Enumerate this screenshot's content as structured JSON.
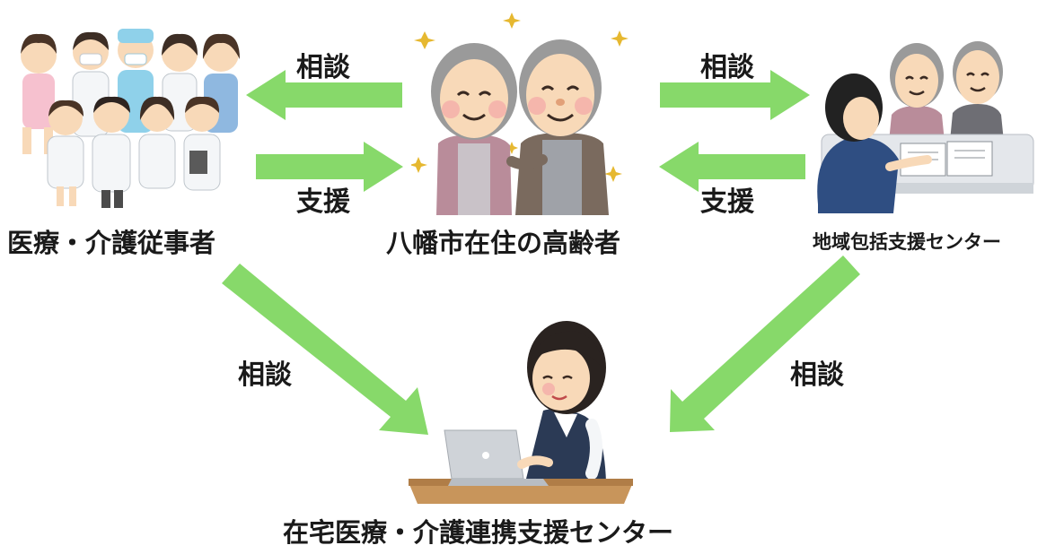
{
  "colors": {
    "arrow": "#87d96a",
    "text": "#1a1a1a",
    "skin": "#f8d9b8",
    "cheek": "#f4a7a7",
    "gray_hair": "#9a9a9a",
    "cardigan": "#b98c9a",
    "vest": "#7a6a5e",
    "nurse_pink": "#f6c1cf",
    "scrub_blue": "#8fd1ea",
    "coat_white": "#f4f6f8",
    "staff_navy": "#2f4e82",
    "desk": "#c8955b",
    "laptop": "#cfd3d8"
  },
  "nodes": {
    "elderly": {
      "label": "八幡市在住の高齢者",
      "icon": "elderly-couple-icon"
    },
    "medical": {
      "label": "医療・介護従事者",
      "icon": "medical-staff-group-icon"
    },
    "community": {
      "label": "地域包括支援センター",
      "icon": "community-center-counseling-icon"
    },
    "support_center": {
      "label": "在宅医療・介護連携支援センター",
      "icon": "woman-with-laptop-icon"
    }
  },
  "edges": {
    "elderly_to_medical": {
      "label": "相談"
    },
    "medical_to_elderly": {
      "label": "支援"
    },
    "elderly_to_community": {
      "label": "相談"
    },
    "community_to_elderly": {
      "label": "支援"
    },
    "medical_to_support": {
      "label": "相談"
    },
    "community_to_support": {
      "label": "相談"
    }
  }
}
